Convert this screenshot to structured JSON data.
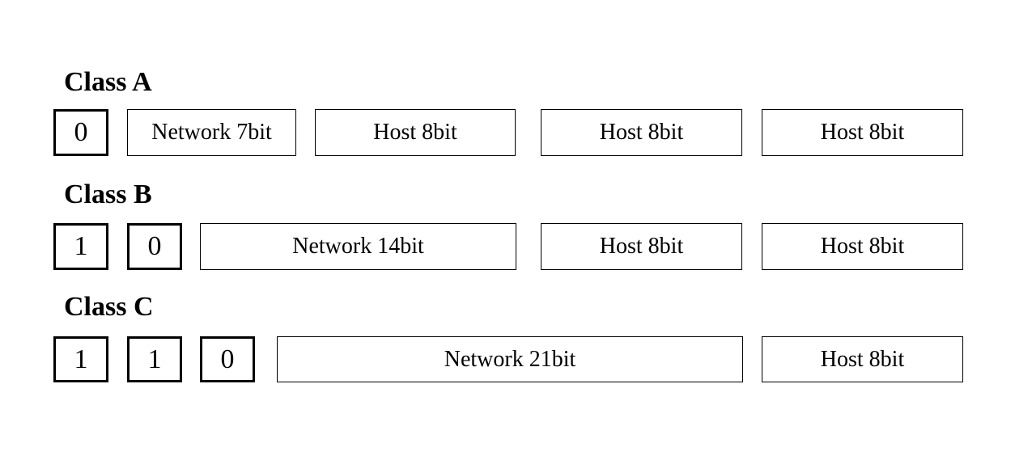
{
  "diagram": {
    "colors": {
      "background": "#ffffff",
      "line": "#000000",
      "text": "#000000"
    },
    "sections": [
      {
        "heading": "Class A",
        "boxes": [
          {
            "label": "0",
            "kind": "bit"
          },
          {
            "label": "Network 7bit",
            "kind": "field"
          },
          {
            "label": "Host 8bit",
            "kind": "field"
          },
          {
            "label": "Host 8bit",
            "kind": "field"
          },
          {
            "label": "Host 8bit",
            "kind": "field"
          }
        ]
      },
      {
        "heading": "Class B",
        "boxes": [
          {
            "label": "1",
            "kind": "bit"
          },
          {
            "label": "0",
            "kind": "bit"
          },
          {
            "label": "Network 14bit",
            "kind": "field"
          },
          {
            "label": "Host 8bit",
            "kind": "field"
          },
          {
            "label": "Host 8bit",
            "kind": "field"
          }
        ]
      },
      {
        "heading": "Class C",
        "boxes": [
          {
            "label": "1",
            "kind": "bit"
          },
          {
            "label": "1",
            "kind": "bit"
          },
          {
            "label": "0",
            "kind": "bit"
          },
          {
            "label": "Network 21bit",
            "kind": "field"
          },
          {
            "label": "Host 8bit",
            "kind": "field"
          }
        ]
      }
    ]
  }
}
